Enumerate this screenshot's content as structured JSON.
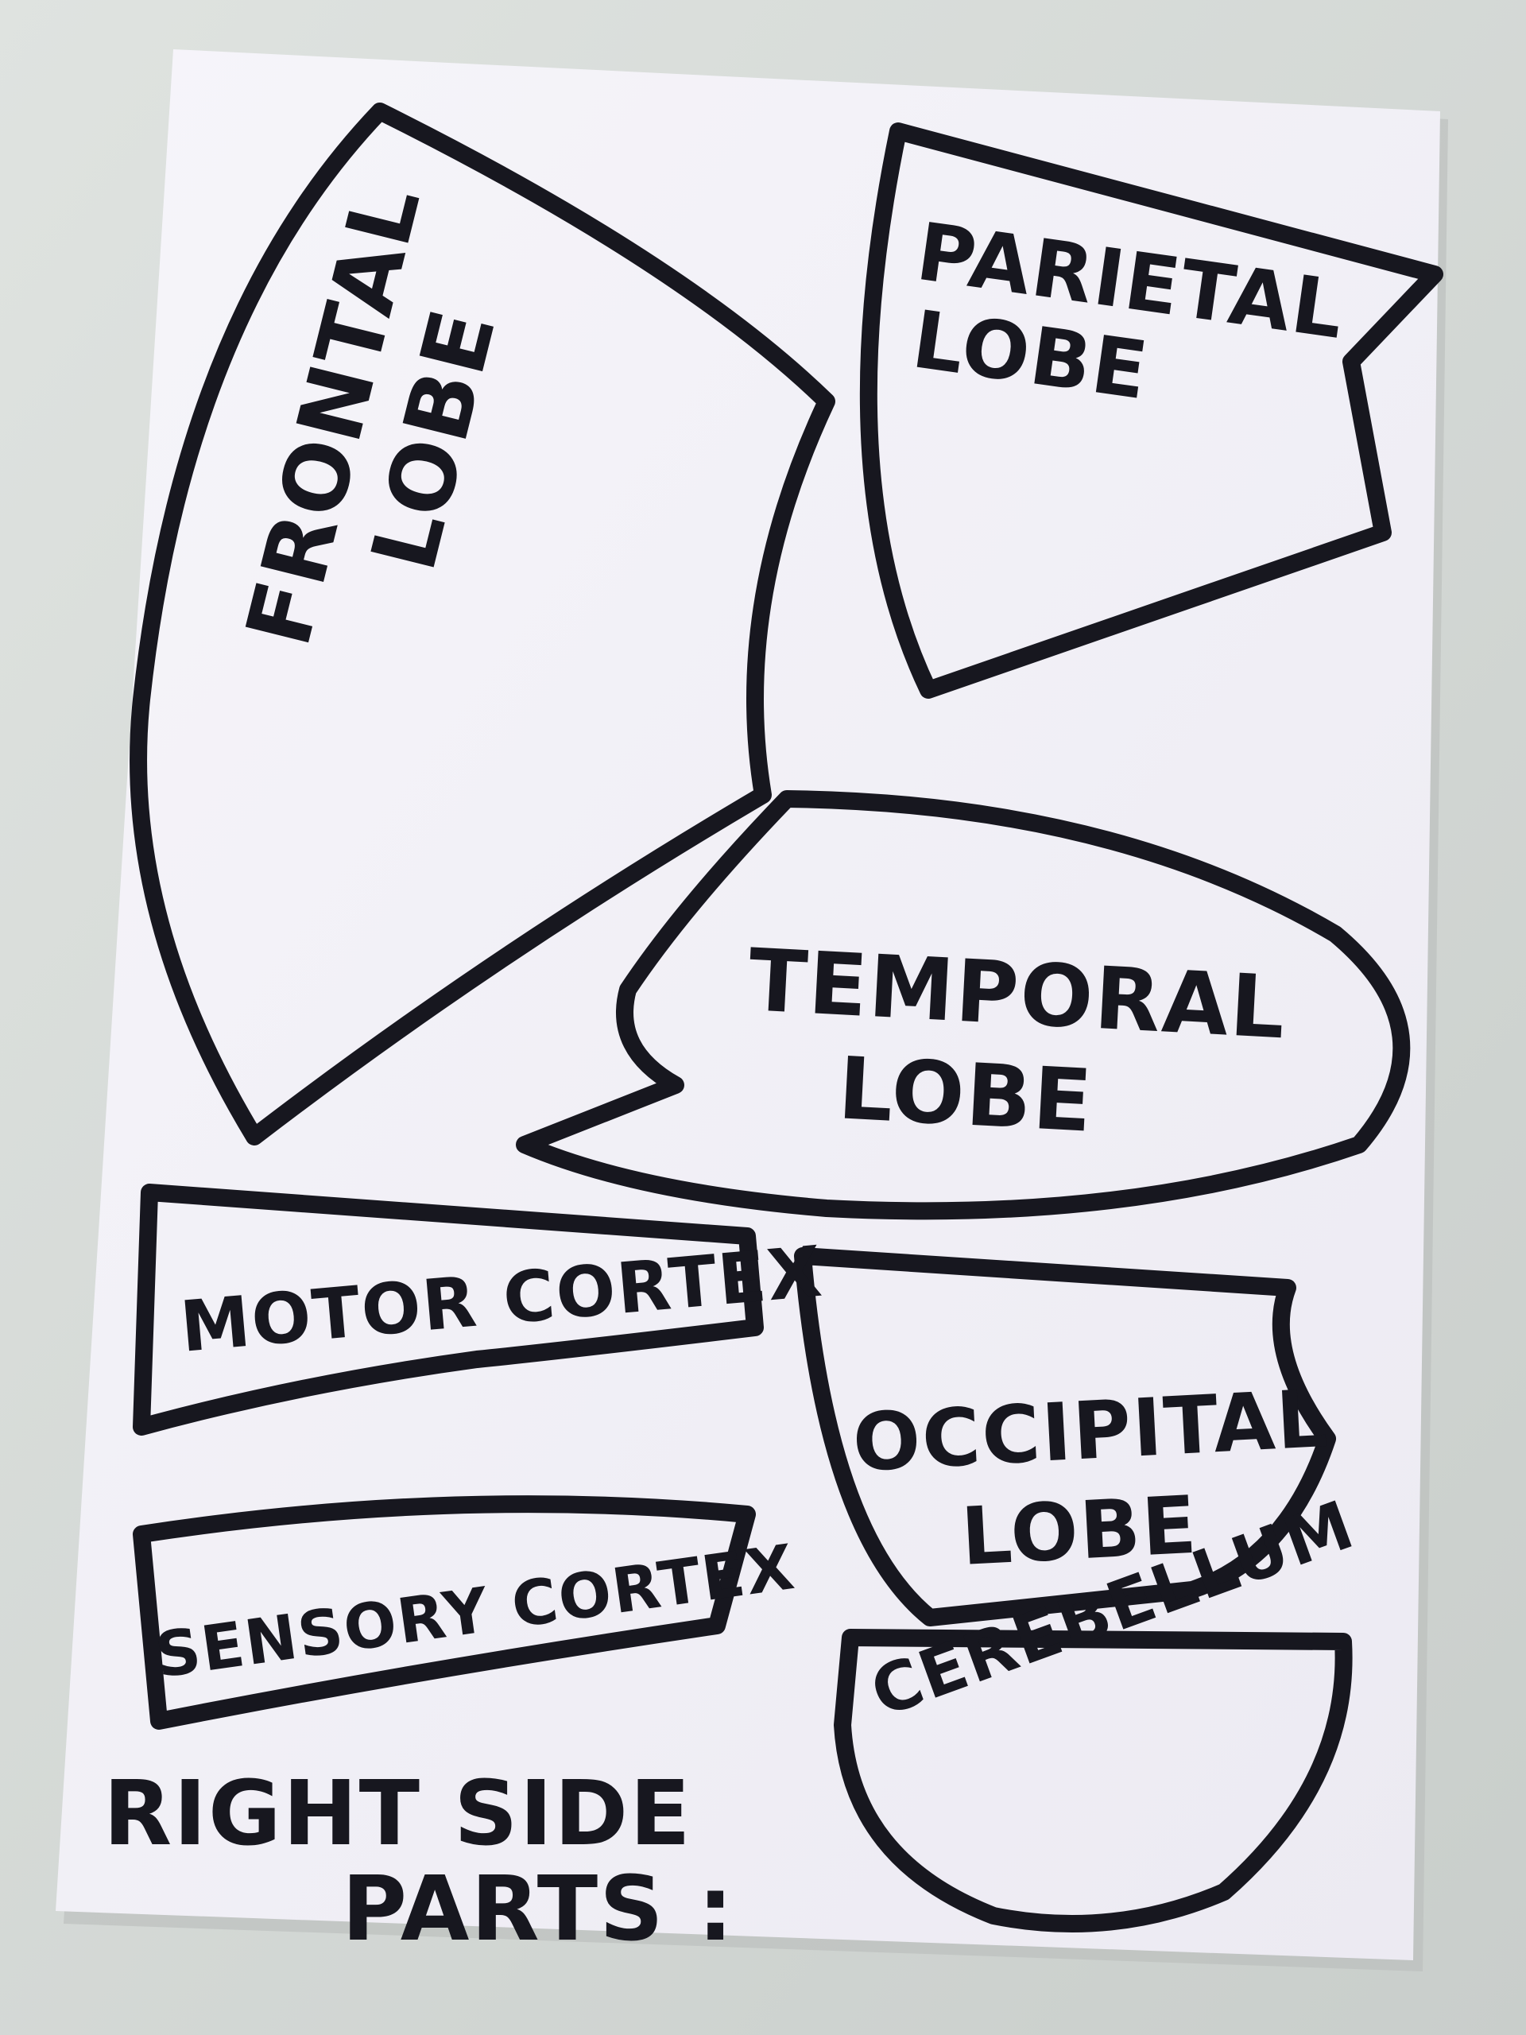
{
  "photo": {
    "description_free": true,
    "background_color": "#d7dcd9",
    "paper_color": "#f3f2f7",
    "ink_color": "#17171f"
  },
  "pieces": {
    "frontal": {
      "line1": "FRONTAL",
      "line2": "LOBE"
    },
    "parietal": {
      "line1": "PARIETAL",
      "line2": "LOBE"
    },
    "temporal": {
      "line1": "TEMPORAL",
      "line2": "LOBE"
    },
    "motor": {
      "label": "MOTOR CORTEX"
    },
    "sensory": {
      "label": "SENSORY CORTEX"
    },
    "occipital": {
      "line1": "OCCIPITAL",
      "line2": "LOBE"
    },
    "cerebellum": {
      "label": "CEREBELLUM"
    }
  },
  "caption": {
    "line1": "RIGHT SIDE",
    "line2": "PARTS :"
  }
}
